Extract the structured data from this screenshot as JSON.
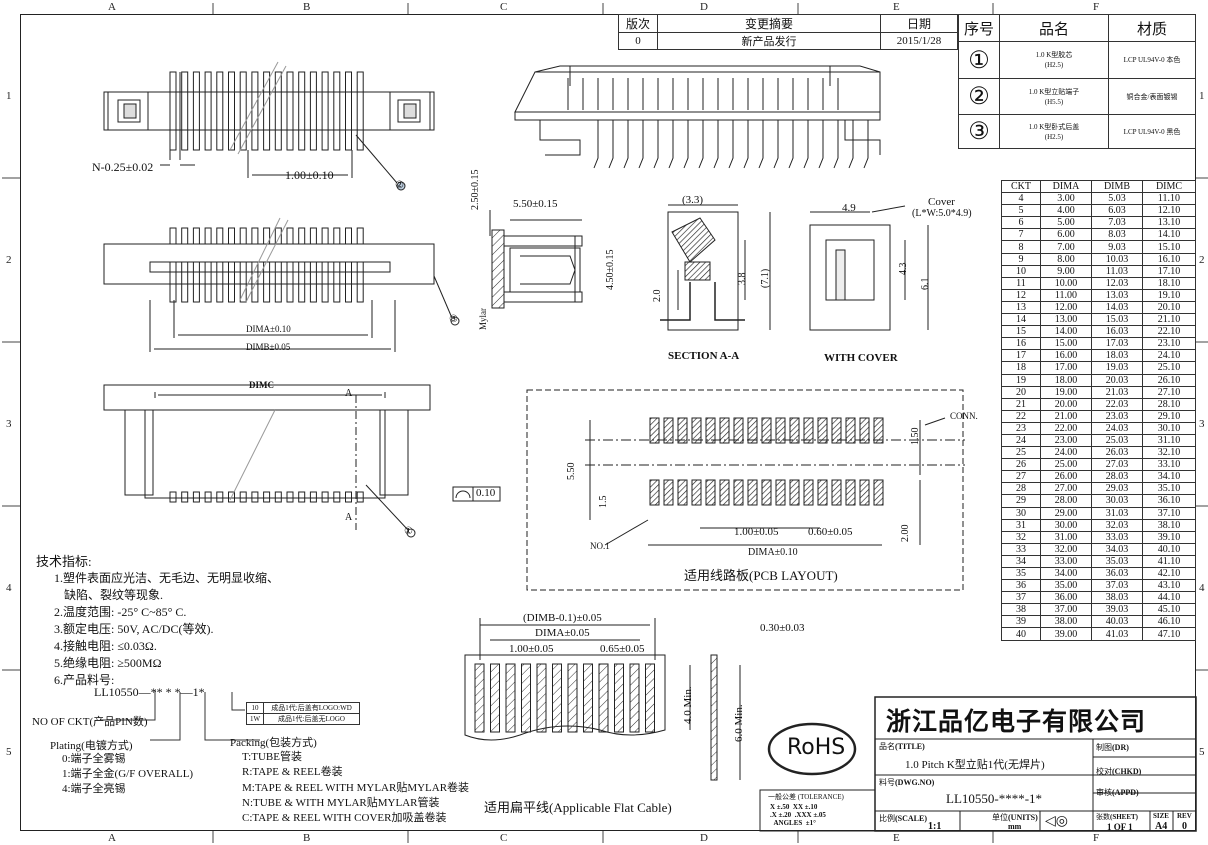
{
  "zones": {
    "cols": [
      "A",
      "B",
      "C",
      "D",
      "E",
      "F"
    ],
    "rows": [
      "1",
      "2",
      "3",
      "4",
      "5"
    ]
  },
  "revision": {
    "headers": [
      "版次",
      "变更摘要",
      "日期"
    ],
    "row": [
      "0",
      "新产品发行",
      "2015/1/28"
    ]
  },
  "parts": {
    "headers": [
      "序号",
      "品名",
      "材质"
    ],
    "rows": [
      {
        "no": "①",
        "name": "1.0 K型胶芯",
        "sub": "(H2.5)",
        "material": "LCP UL94V-0 本色"
      },
      {
        "no": "②",
        "name": "1.0 K型立贴端子",
        "sub": "(H5.5)",
        "material": "铜合金/表面镀锡"
      },
      {
        "no": "③",
        "name": "1.0 K型卧式后盖",
        "sub": "(H2.5)",
        "material": "LCP UL94V-0 黑色"
      }
    ]
  },
  "ckt_table": {
    "headers": [
      "CKT",
      "DIMA",
      "DIMB",
      "DIMC"
    ],
    "rows": [
      [
        "4",
        "3.00",
        "5.03",
        "11.10"
      ],
      [
        "5",
        "4.00",
        "6.03",
        "12.10"
      ],
      [
        "6",
        "5.00",
        "7.03",
        "13.10"
      ],
      [
        "7",
        "6.00",
        "8.03",
        "14.10"
      ],
      [
        "8",
        "7.00",
        "9.03",
        "15.10"
      ],
      [
        "9",
        "8.00",
        "10.03",
        "16.10"
      ],
      [
        "10",
        "9.00",
        "11.03",
        "17.10"
      ],
      [
        "11",
        "10.00",
        "12.03",
        "18.10"
      ],
      [
        "12",
        "11.00",
        "13.03",
        "19.10"
      ],
      [
        "13",
        "12.00",
        "14.03",
        "20.10"
      ],
      [
        "14",
        "13.00",
        "15.03",
        "21.10"
      ],
      [
        "15",
        "14.00",
        "16.03",
        "22.10"
      ],
      [
        "16",
        "15.00",
        "17.03",
        "23.10"
      ],
      [
        "17",
        "16.00",
        "18.03",
        "24.10"
      ],
      [
        "18",
        "17.00",
        "19.03",
        "25.10"
      ],
      [
        "19",
        "18.00",
        "20.03",
        "26.10"
      ],
      [
        "20",
        "19.00",
        "21.03",
        "27.10"
      ],
      [
        "21",
        "20.00",
        "22.03",
        "28.10"
      ],
      [
        "22",
        "21.00",
        "23.03",
        "29.10"
      ],
      [
        "23",
        "22.00",
        "24.03",
        "30.10"
      ],
      [
        "24",
        "23.00",
        "25.03",
        "31.10"
      ],
      [
        "25",
        "24.00",
        "26.03",
        "32.10"
      ],
      [
        "26",
        "25.00",
        "27.03",
        "33.10"
      ],
      [
        "27",
        "26.00",
        "28.03",
        "34.10"
      ],
      [
        "28",
        "27.00",
        "29.03",
        "35.10"
      ],
      [
        "29",
        "28.00",
        "30.03",
        "36.10"
      ],
      [
        "30",
        "29.00",
        "31.03",
        "37.10"
      ],
      [
        "31",
        "30.00",
        "32.03",
        "38.10"
      ],
      [
        "32",
        "31.00",
        "33.03",
        "39.10"
      ],
      [
        "33",
        "32.00",
        "34.03",
        "40.10"
      ],
      [
        "34",
        "33.00",
        "35.03",
        "41.10"
      ],
      [
        "35",
        "34.00",
        "36.03",
        "42.10"
      ],
      [
        "36",
        "35.00",
        "37.03",
        "43.10"
      ],
      [
        "37",
        "36.00",
        "38.03",
        "44.10"
      ],
      [
        "38",
        "37.00",
        "39.03",
        "45.10"
      ],
      [
        "39",
        "38.00",
        "40.03",
        "46.10"
      ],
      [
        "40",
        "39.00",
        "41.03",
        "47.10"
      ]
    ]
  },
  "dims": {
    "pin_width": "N-0.25±0.02",
    "pitch": "1.00±0.10",
    "dima": "DIMA±0.10",
    "dimb": "DIMB±0.05",
    "dimc": "DIMC",
    "h_250": "2.50±0.15",
    "w_550": "5.50±0.15",
    "h_450": "4.50±0.15",
    "mylar": "Mylar",
    "sec_33": "(3.3)",
    "sec_20": "2.0",
    "sec_38": "3.8",
    "sec_71": "(7.1)",
    "section_label": "SECTION A-A",
    "cover_49": "4.9",
    "cover_label": "Cover",
    "cover_dim": "(L*W:5.0*4.9)",
    "cover_43": "4.3",
    "cover_61": "6.1",
    "with_cover": "WITH COVER",
    "flatness": "0.10",
    "sec_a": "A"
  },
  "pcb": {
    "conn": "CONN.",
    "d150": "1.50",
    "d550": "5.50",
    "d15": "1.5",
    "pitch": "1.00±0.05",
    "pad": "0.60±0.05",
    "d200": "2.00",
    "dima": "DIMA±0.10",
    "no1": "NO.1",
    "caption": "适用线路板(PCB LAYOUT)"
  },
  "fpc": {
    "dimb": "(DIMB-0.1)±0.05",
    "dima": "DIMA±0.05",
    "pitch": "1.00±0.05",
    "pad": "0.65±0.05",
    "thick": "0.30±0.03",
    "min4": "4.0 Min.",
    "min6": "6.0 Min.",
    "caption": "适用扁平线(Applicable Flat Cable)"
  },
  "specs": {
    "title": "技术指标:",
    "lines": [
      "1.塑件表面应光洁、无毛边、无明显收缩、",
      "缺陷、裂纹等现象.",
      "2.温度范围: -25° C~85° C.",
      "3.额定电压: 50V, AC/DC(等效).",
      "4.接触电阻: ≤0.03Ω.",
      "5.绝缘电阻: ≥500MΩ",
      "6.产品料号:"
    ],
    "part_number": "LL10550—** * *—1*",
    "logo_options": [
      [
        "10",
        "成品1代:后盖有LOGO:WD"
      ],
      [
        "1W",
        "成品1代:后盖无LOGO"
      ]
    ],
    "ckt_label": "NO OF CKT(产品PIN数)",
    "plating_title": "Plating(电镀方式)",
    "plating": [
      "0:端子全雾锡",
      "1:端子全金(G/F OVERALL)",
      "4:端子全亮锡"
    ],
    "packing_title": "Packing(包装方式)",
    "packing": [
      "T:TUBE管装",
      "R:TAPE & REEL卷装",
      "M:TAPE & REEL WITH MYLAR贴MYLAR卷装",
      "N:TUBE & WITH MYLAR贴MYLAR管装",
      "C:TAPE & REEL WITH COVER加吸盖卷装"
    ]
  },
  "title_block": {
    "company": "浙江品亿电子有限公司",
    "rohs": "RoHS",
    "name_label": "品名",
    "name_tag": "(TITLE)",
    "title": "1.0 Pitch K型立贴1代(无焊片)",
    "pn_label": "料号",
    "pn_tag": "(DWG.NO)",
    "drawing_no": "LL10550-****-1*",
    "tol_title": "一般公差 (TOLERANCE)",
    "tol": [
      "X  ±.50",
      "XX ±.10",
      ".X  ±.20",
      ".XXX ±.05",
      "ANGLES",
      "±1°"
    ],
    "scale_label": "比例",
    "scale_tag": "(SCALE)",
    "scale": "1:1",
    "unit_label": "单位",
    "unit_tag": "(UNITS)",
    "unit": "mm",
    "drawn": "制图",
    "drawn_tag": "(DR)",
    "checked": "校对",
    "checked_tag": "(CHKD)",
    "approved": "审核",
    "approved_tag": "(APPD)",
    "sheet_label": "张数",
    "sheet_tag": "(SHEET)",
    "sheet": "1 OF 1",
    "size_label": "SIZE",
    "size": "A4",
    "rev_label": "REV",
    "rev": "0"
  },
  "balloons": {
    "b1": "①",
    "b2": "②",
    "b3": "③"
  }
}
